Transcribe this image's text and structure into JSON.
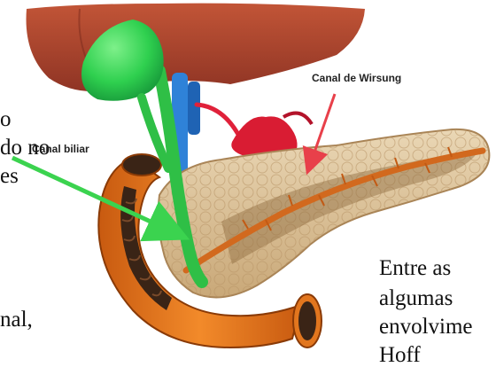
{
  "labels": {
    "canal_biliar": "Canal biliar",
    "canal_wirsung": "Canal de Wirsung"
  },
  "background_text": {
    "left": [
      "o",
      "do no",
      "es",
      "nal,"
    ],
    "right": [
      "Entre as",
      "algumas",
      "envolvime",
      "Hoff"
    ]
  },
  "colors": {
    "liver": "#a8412c",
    "gallbladder": "#2fd04f",
    "bile_duct": "#2fbf46",
    "portal_vein": "#2f82d8",
    "artery": "#e0213a",
    "pancreas": "#dcc29a",
    "wirsung_duct": "#d2691e",
    "duodenum": "#e2761e",
    "arrow_green": "#3bd34f",
    "arrow_red": "#e8404a"
  }
}
